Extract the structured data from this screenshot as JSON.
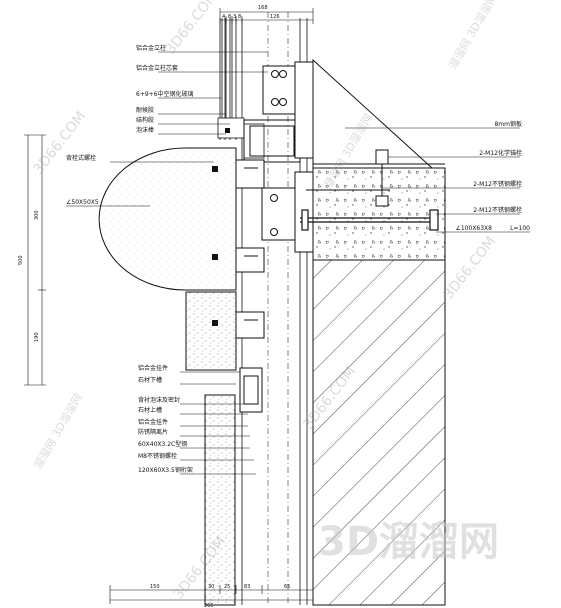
{
  "labels": {
    "alu_mullion": "铝合金立柱",
    "alu_mullion_sleeve": "铝合金立柱芯套",
    "glass": "6+9+6中空钢化玻璃",
    "sealant": "耐候胶",
    "structural_sealant": "结构胶",
    "foam_rod": "泡沫棒",
    "bolt_left": "背栓式螺栓",
    "angle_50": "∠50X50X5",
    "plate": "8mm钢板",
    "m12_chem_bolt": "2-M12化学锚栓",
    "m12_ss_bolt_1": "2-M12不锈钢螺栓",
    "m12_ss_bolt_2": "2-M12不锈钢螺栓",
    "angle_100": "∠100X63X8",
    "l100": "L=100",
    "alu_bracket": "铝合金挂件",
    "stone_lower_slot": "石材下槽",
    "sealant_backer": "背衬泡沫及密封",
    "stone_upper_slot": "石材上槽",
    "hanging_strip": "铝合金挂件",
    "insulation": "防锈隔离片",
    "channel": "60X40X3.2C型钢",
    "m8_bolt": "M8不锈钢螺栓",
    "tube": "120X60X3.5钢桁架"
  },
  "dims": {
    "top_a": "4",
    "top_b": "8",
    "top_c": "3",
    "top_d": "8",
    "top_e": "126",
    "top_total": "168",
    "left_500": "500",
    "left_300": "300",
    "left_190": "190",
    "bottom_150": "150",
    "bottom_30": "30",
    "bottom_25": "25",
    "bottom_83": "83",
    "bottom_65": "65",
    "bottom_total": "265"
  },
  "watermarks": {
    "site": "3D66.COM",
    "brand_cn": "溜溜网 3D溜溜网",
    "big": "3D溜溜网"
  }
}
